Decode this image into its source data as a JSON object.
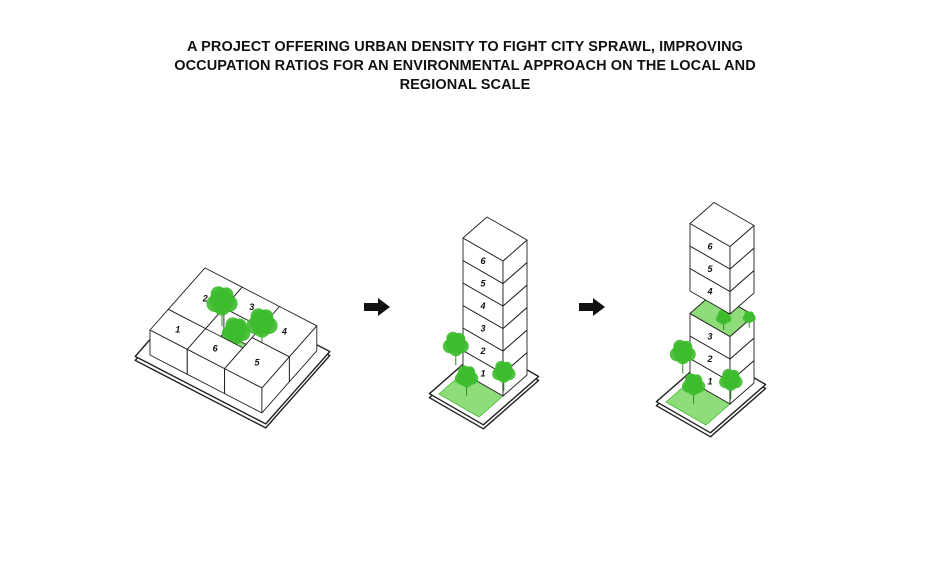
{
  "title": {
    "lines": [
      "A PROJECT OFFERING URBAN DENSITY TO FIGHT CITY SPRAWL, IMPROVING",
      "OCCUPATION RATIOS FOR AN ENVIRONMENTAL APPROACH ON THE LOCAL AND",
      "REGIONAL SCALE"
    ]
  },
  "diagrams": {
    "courtyard_block": {
      "labels": [
        "1",
        "2",
        "3",
        "4",
        "5",
        "6"
      ]
    },
    "tower": {
      "labels": [
        "1",
        "2",
        "3",
        "4",
        "5",
        "6"
      ]
    },
    "tower_with_garden": {
      "labels": [
        "1",
        "2",
        "3",
        "4",
        "5",
        "6"
      ]
    }
  },
  "colors": {
    "green": "#3dbb2e",
    "green_light": "#8fdc7a",
    "line": "#222222"
  }
}
